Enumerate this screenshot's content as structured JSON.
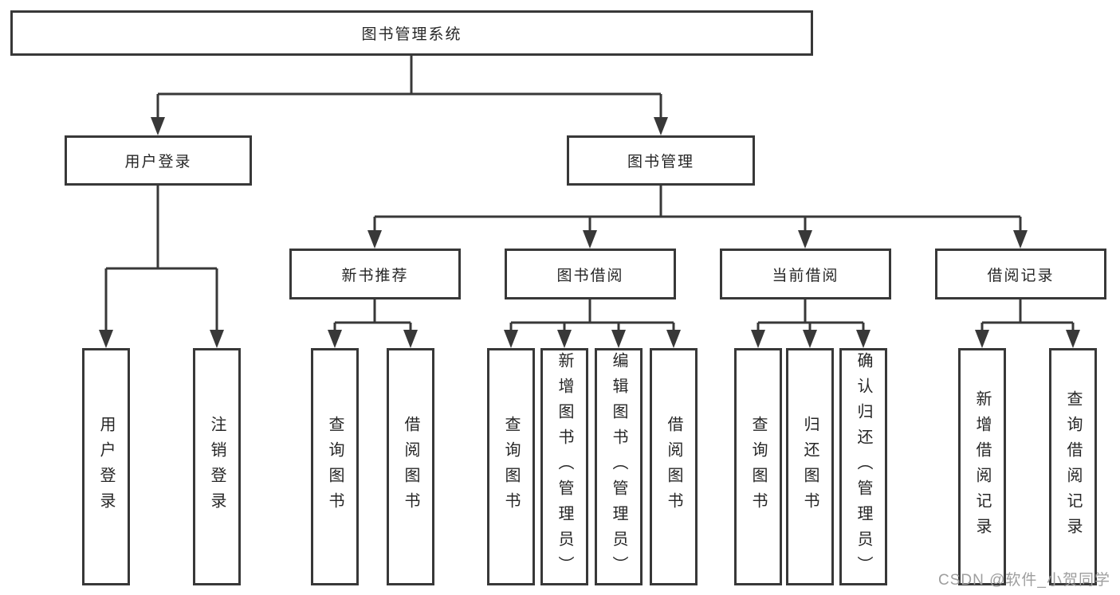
{
  "diagram": {
    "type": "hierarchy-tree",
    "root": "图书管理系统",
    "level2": {
      "user_login": "用户登录",
      "book_mgmt": "图书管理"
    },
    "level3": {
      "new_book_rec": "新书推荐",
      "book_borrow": "图书借阅",
      "current_borrow": "当前借阅",
      "borrow_record": "借阅记录"
    },
    "leaves": {
      "user_login": "用户登录",
      "logout": "注销登录",
      "query_book_1": "查询图书",
      "borrow_book_1": "借阅图书",
      "query_book_2": "查询图书",
      "add_book_admin": "新增图书（管理员）",
      "edit_book_admin": "编辑图书（管理员）",
      "borrow_book_2": "借阅图书",
      "query_book_3": "查询图书",
      "return_book": "归还图书",
      "confirm_return_admin": "确认归还（管理员）",
      "add_borrow_record": "新增借阅记录",
      "query_borrow_record": "查询借阅记录"
    }
  },
  "colors": {
    "line": "#383838",
    "text": "#262626",
    "box_background": "#ffffff",
    "watermark": "#9e9e9e"
  },
  "watermark": "CSDN @软件_小贺同学"
}
